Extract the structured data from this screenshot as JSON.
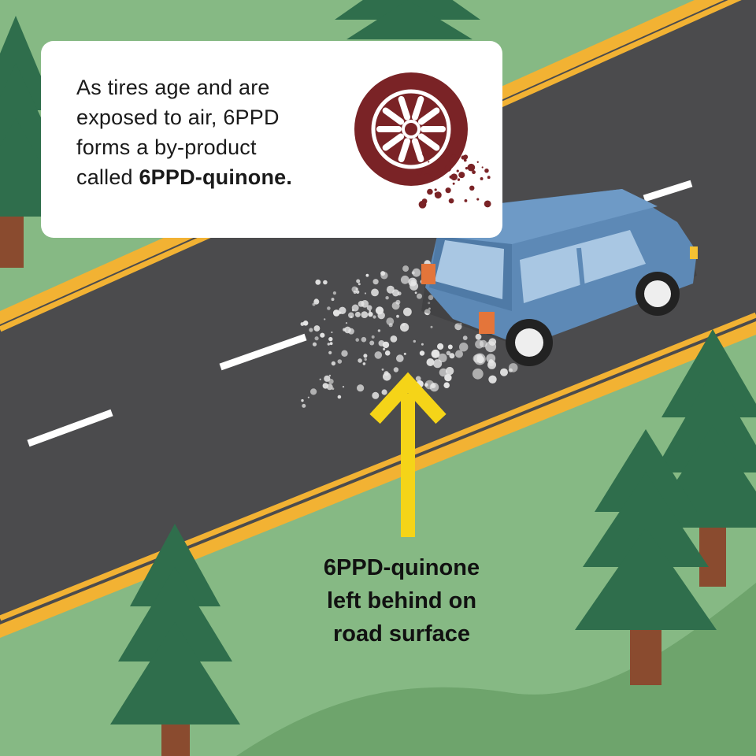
{
  "callout": {
    "text_lines": [
      "As tires age and are",
      "exposed to air, 6PPD",
      "forms a by-product",
      "called "
    ],
    "text_bold": "6PPD-quinone."
  },
  "bottom_label": {
    "lines": [
      "6PPD-quinone",
      "left behind on",
      "road surface"
    ]
  },
  "icons": {
    "tire": "tire-icon",
    "car": "car-icon",
    "arrow": "arrow-up-icon",
    "tree": "pine-tree-icon"
  },
  "colors": {
    "grass": "#86b984",
    "grass_dark": "#6ea46c",
    "road": "#4b4b4d",
    "yellow_line": "#f2b233",
    "tire_badge": "#7a2326",
    "car_body": "#5d89b6",
    "arrow": "#f5d418",
    "tree": "#2f6e4c"
  }
}
